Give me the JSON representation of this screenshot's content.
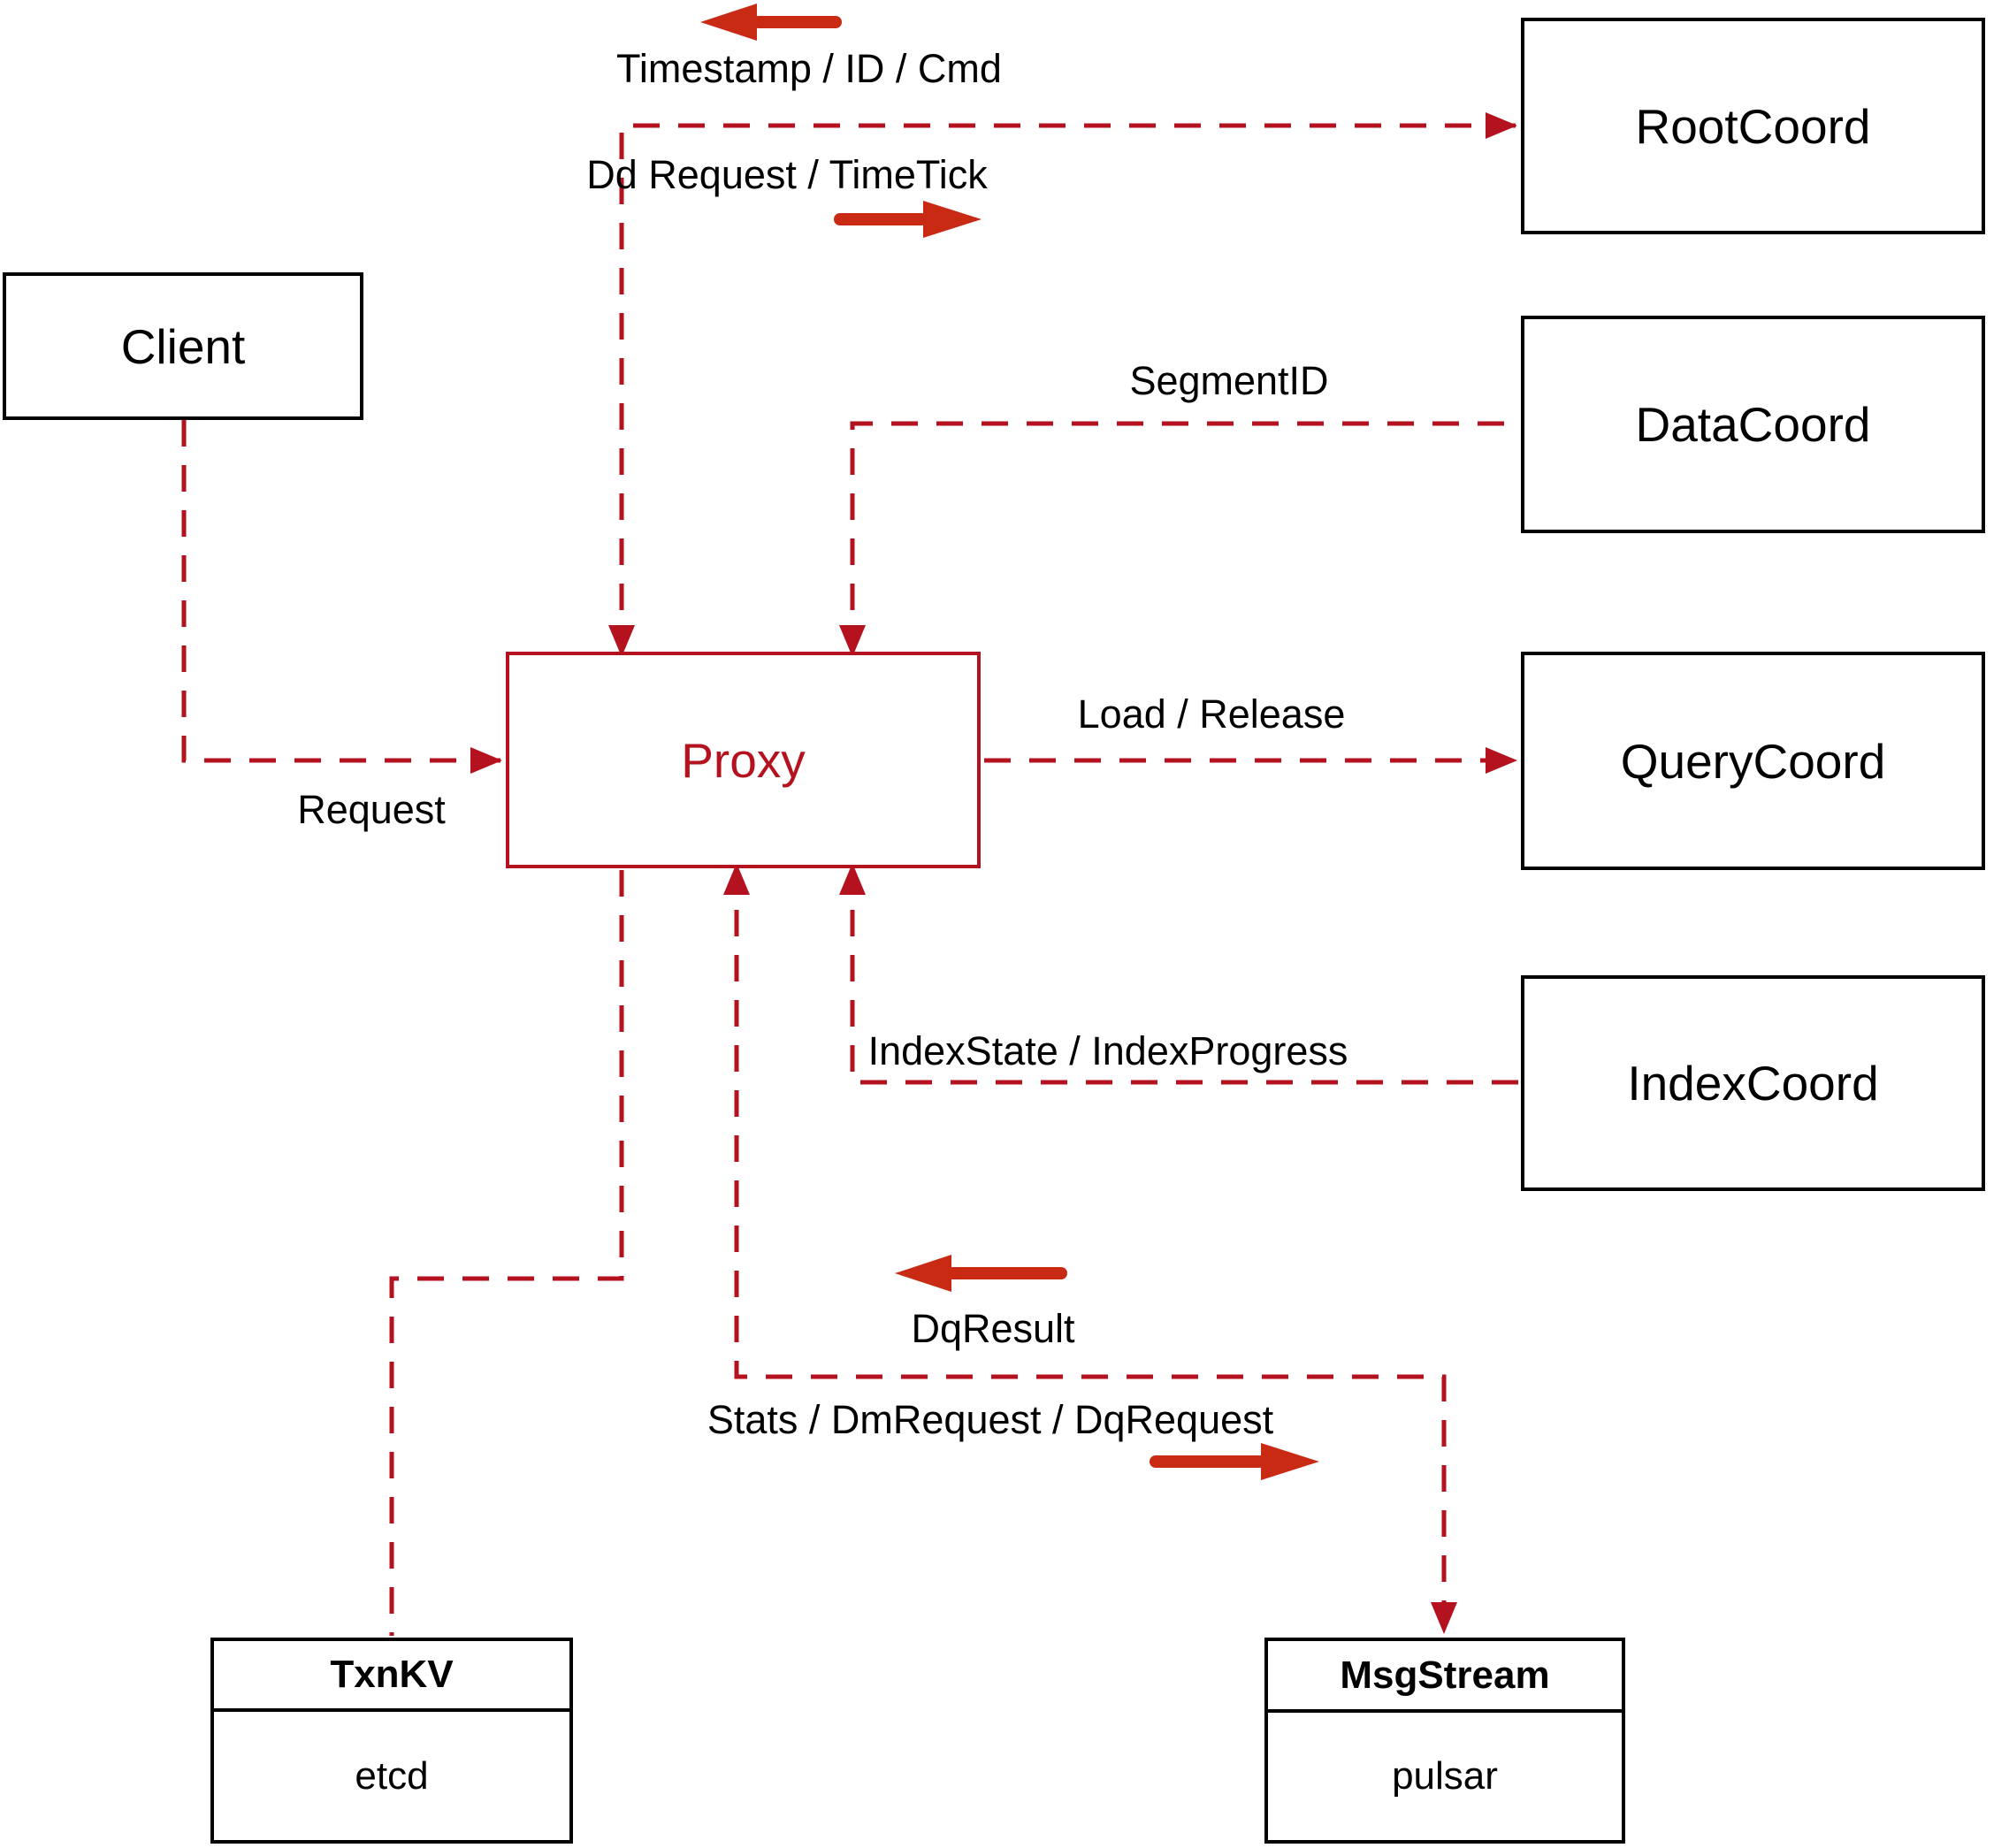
{
  "diagram": {
    "title": "Proxy interaction architecture diagram",
    "nodes": {
      "client": {
        "label": "Client"
      },
      "proxy": {
        "label": "Proxy"
      },
      "root_coord": {
        "label": "RootCoord"
      },
      "data_coord": {
        "label": "DataCoord"
      },
      "query_coord": {
        "label": "QueryCoord"
      },
      "index_coord": {
        "label": "IndexCoord"
      },
      "txn_kv": {
        "title": "TxnKV",
        "subtitle": "etcd"
      },
      "msg_stream": {
        "title": "MsgStream",
        "subtitle": "pulsar"
      }
    },
    "edge_labels": {
      "timestamp": "Timestamp / ID / Cmd",
      "dd_request": "Dd Request / TimeTick",
      "segment_id": "SegmentID",
      "load_release": "Load / Release",
      "index_state": "IndexState / IndexProgress",
      "request": "Request",
      "dq_result": "DqResult",
      "stats": "Stats / DmRequest / DqRequest"
    },
    "colors": {
      "connector_line": "#b5121f",
      "proxy_accent": "#b5121f",
      "solid_arrow": "#c92a14",
      "box_border": "#000000",
      "text": "#000000",
      "background": "#ffffff"
    }
  }
}
